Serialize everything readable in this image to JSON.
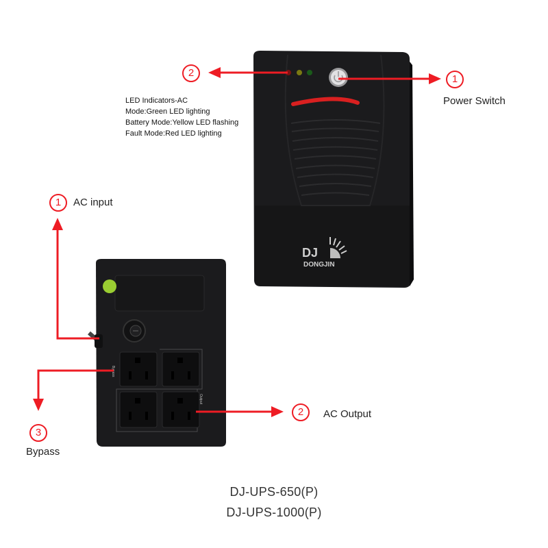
{
  "callouts": {
    "power_switch": {
      "number": "1",
      "label": "Power Switch"
    },
    "led_indicators": {
      "number": "2",
      "lines": [
        "LED Indicators-AC",
        "Mode:Green LED lighting",
        "Battery Mode:Yellow LED flashing",
        "Fault Mode:Red LED lighting"
      ]
    },
    "ac_input": {
      "number": "1",
      "label": "AC input"
    },
    "ac_output": {
      "number": "2",
      "label": "AC Output"
    },
    "bypass": {
      "number": "3",
      "label": "Bypass"
    }
  },
  "device": {
    "brand_mark": "DJ",
    "brand_name": "DONGJIN",
    "rear_socket_labels": {
      "bypass": "Bypass",
      "output": "Output"
    }
  },
  "models": [
    "DJ-UPS-650(P)",
    "DJ-UPS-1000(P)"
  ],
  "colors": {
    "accent": "#ee1c24",
    "body": "#1c1c1e",
    "led_red": "#8a1010",
    "led_yellow": "#8a8a10",
    "led_green": "#1a6a1a",
    "sticker": "#9acd32"
  }
}
